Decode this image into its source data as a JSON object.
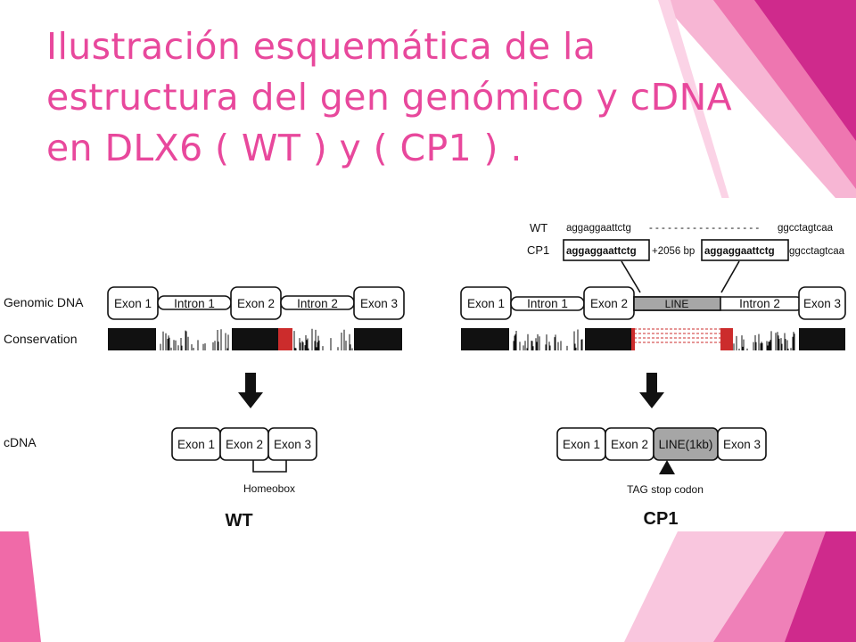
{
  "slide": {
    "title_lines": [
      "Ilustración esquemática de la",
      "estructura del gen genómico y cDNA",
      "en DLX6 ( WT ) y ( CP1 ) ."
    ]
  },
  "colors": {
    "accent": "#e8489c",
    "accent_dark": "#c2187a",
    "accent_light": "#f5a9cd",
    "line_fill": "#a6a6a6",
    "conservation_red": "#cc2c2c"
  },
  "figure": {
    "row_labels": {
      "genomic_dna": "Genomic DNA",
      "conservation": "Conservation",
      "cdna": "cDNA"
    },
    "wt": {
      "genomic": [
        "Exon 1",
        "Intron 1",
        "Exon 2",
        "Intron 2",
        "Exon 3"
      ],
      "cdna": [
        "Exon 1",
        "Exon 2",
        "Exon 3"
      ],
      "homeobox_label": "Homeobox",
      "caption": "WT"
    },
    "cp1": {
      "genomic": [
        "Exon 1",
        "Intron 1",
        "Exon 2",
        "LINE",
        "Intron 2",
        "Exon 3"
      ],
      "cdna": [
        "Exon 1",
        "Exon 2",
        "LINE(1kb)",
        "Exon 3"
      ],
      "stop_label": "TAG stop codon",
      "caption": "CP1"
    },
    "sequence": {
      "wt_label": "WT",
      "cp1_label": "CP1",
      "wt_left": "aggaggaattctg",
      "wt_dashes": "- - - - - - - - - - - - - - - - - -",
      "wt_right": "ggcctagtcaa",
      "cp1_box1": "aggaggaattctg",
      "cp1_insert": "+2056 bp",
      "cp1_box2": "aggaggaattctg",
      "cp1_right": "ggcctagtcaa"
    }
  }
}
